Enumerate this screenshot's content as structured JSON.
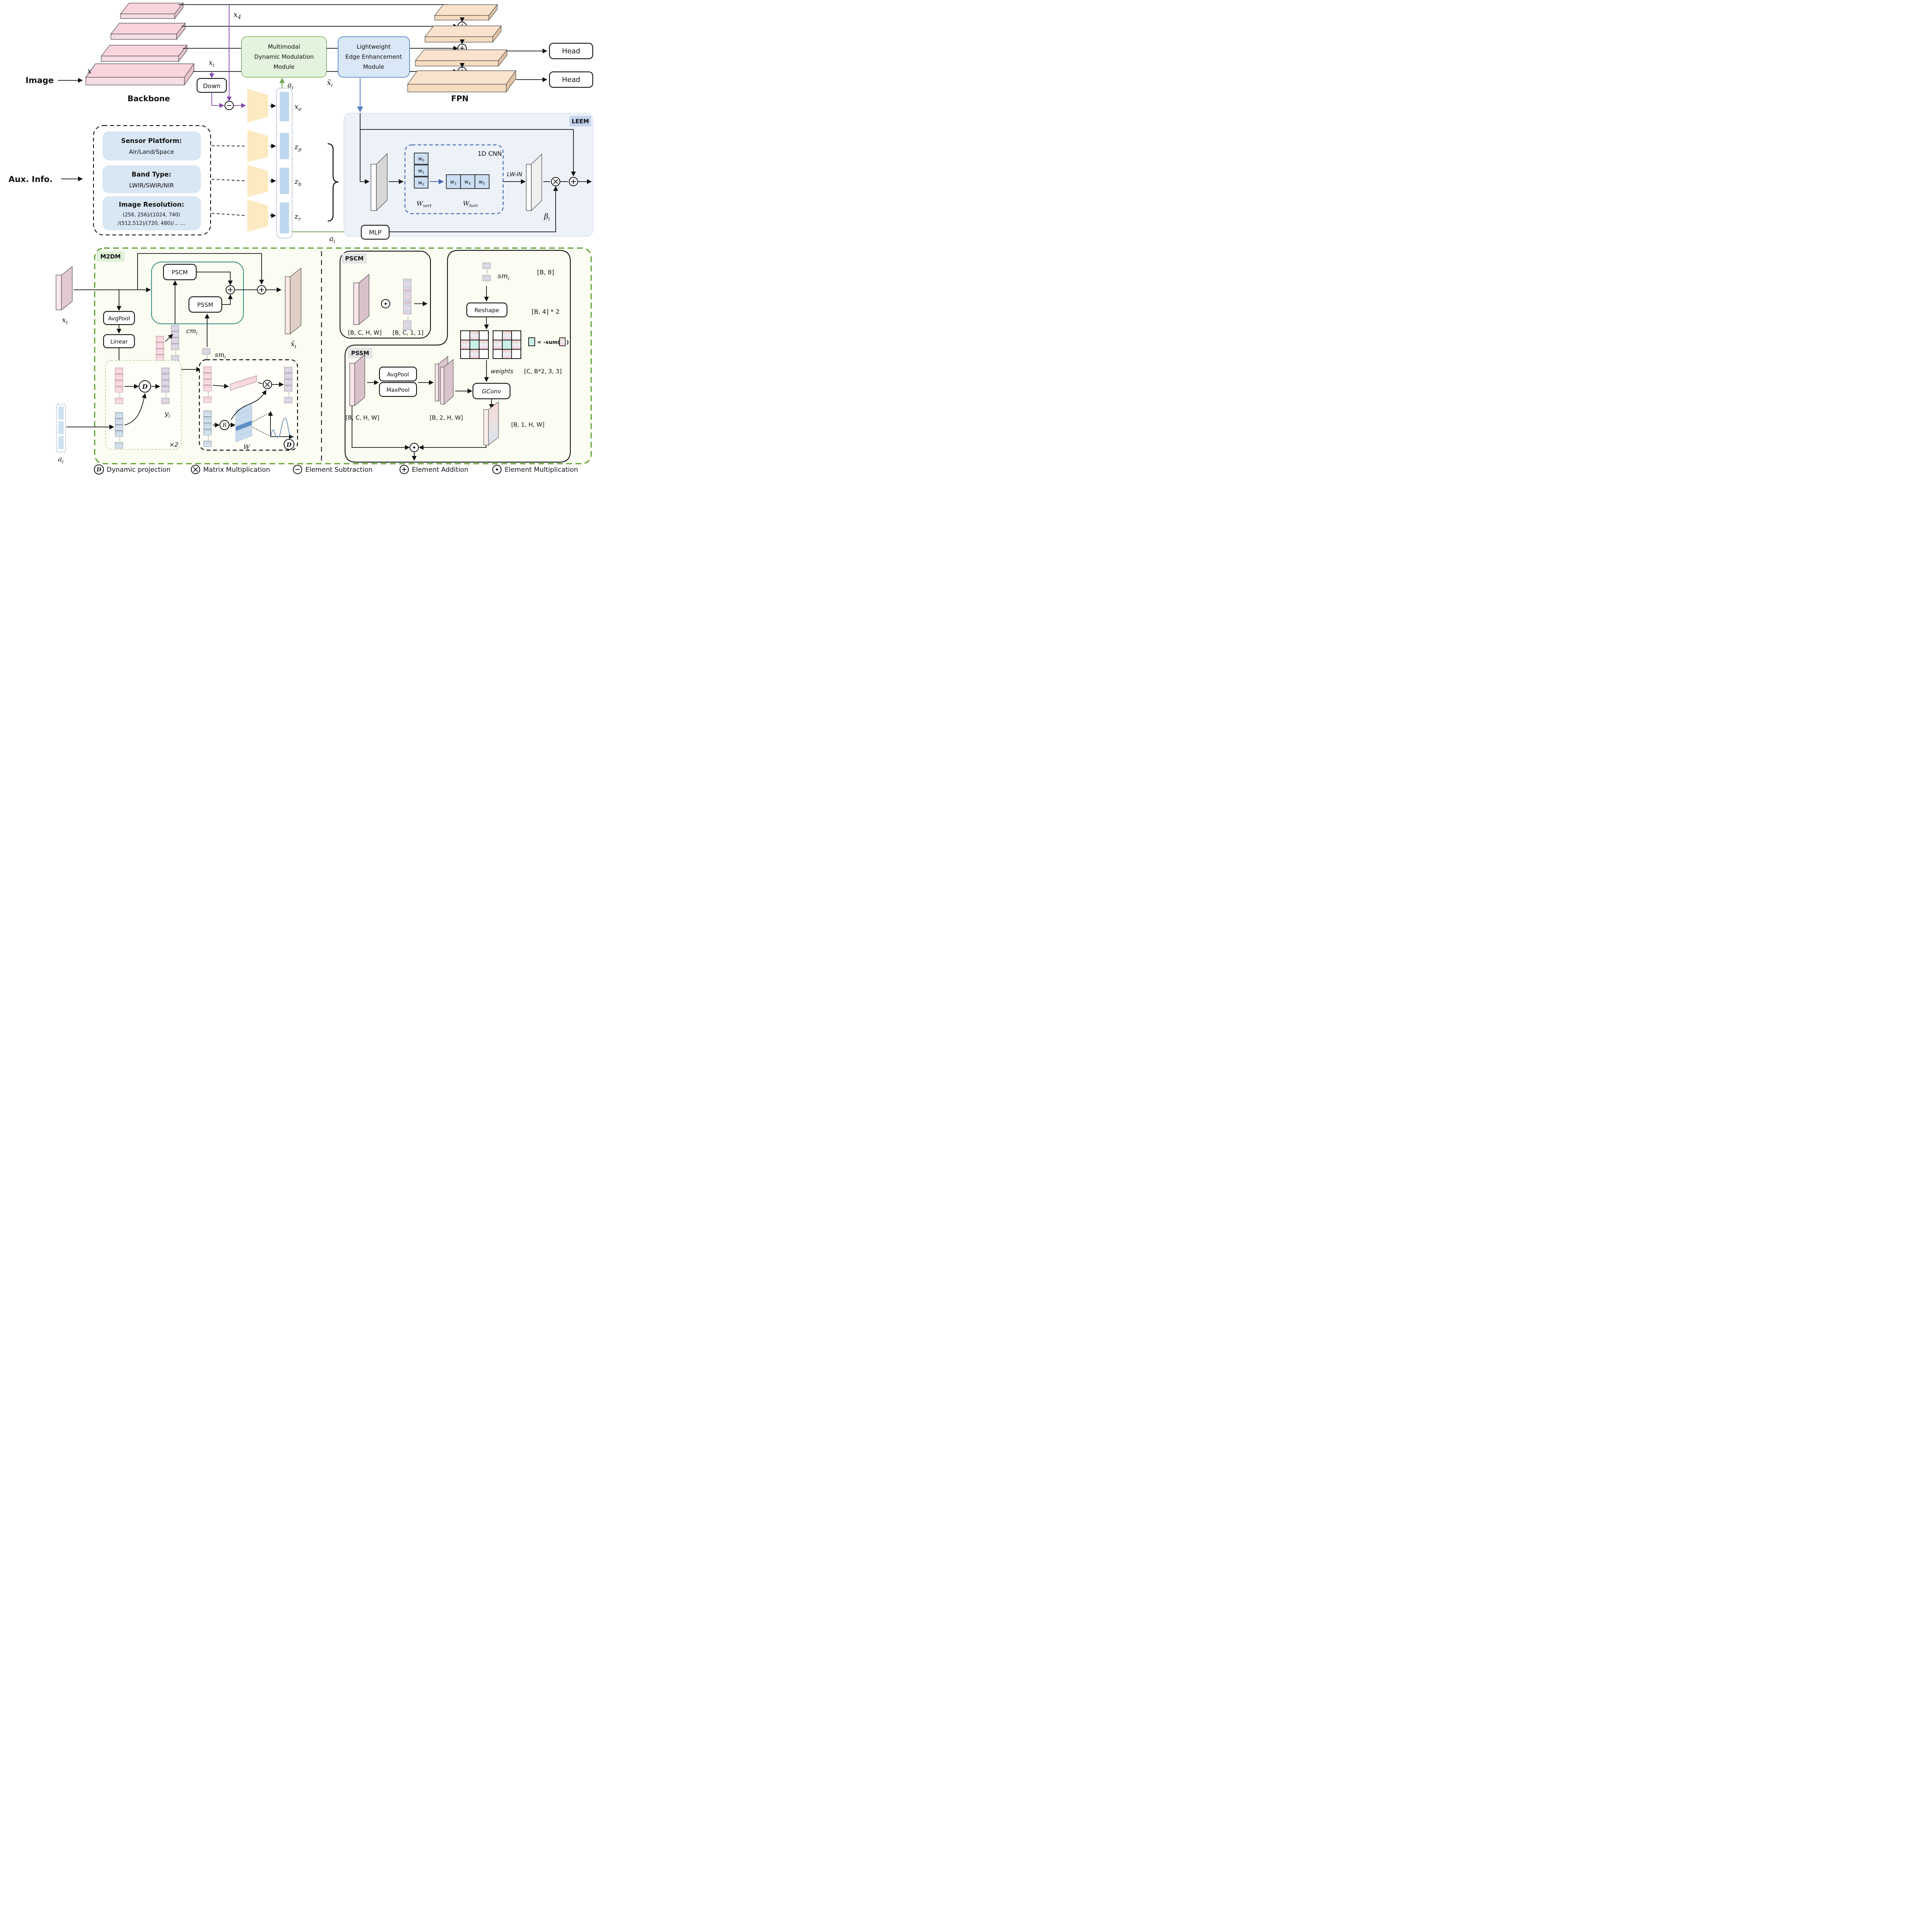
{
  "colors": {
    "backbone_pink": "#f9d4dc",
    "fpn_orange": "#fae3cd",
    "mdmm_green": "#e4f3dd",
    "leem_blue": "#d9e7f6",
    "aux_blue": "#d9e7f4",
    "trapezoid_yellow": "#fdeac2",
    "bar_blue": "#bcd7ee",
    "panel_blue": "#edf2f9",
    "badge_blue": "#c5d5ee",
    "green_dash": "#5aa02c",
    "teal": "#3f9188",
    "purple": "#8347ad",
    "green_arrow": "#6aa84f",
    "blue_arrow": "#4a69b0",
    "teal_cell": "#c9efe6"
  },
  "misc": {
    "vdots": "⋮"
  },
  "top": {
    "image_label": "Image",
    "x": {
      "base": "x"
    },
    "backbone_label": "Backbone",
    "x4": {
      "base": "x",
      "sub": "4"
    },
    "xi": {
      "base": "x",
      "sub": "i"
    },
    "down_label": "Down",
    "mdmm": {
      "line1": "Multimodal",
      "line2": "Dynamic Modulation",
      "line3": "Module"
    },
    "leem_module": {
      "line1": "Lightweight",
      "line2": "Edge Enhancement",
      "line3": "Module"
    },
    "ai_top": {
      "base": "a",
      "sub": "i"
    },
    "xbar_top": {
      "base": "x̄",
      "sub": "i"
    },
    "fpn_label": "FPN",
    "head1_label": "Head",
    "head2_label": "Head"
  },
  "aux": {
    "label": "Aux. Info.",
    "sensor": {
      "title": "Sensor Platform:",
      "value": "Air/Land/Space"
    },
    "band": {
      "title": "Band Type:",
      "value": "LWIR/SWIR/NIR"
    },
    "resolution": {
      "title": "Image Resolution:",
      "line1": "(256, 256)/(1024, 740)",
      "line2": "/(512,512)/(720, 480)/... ..."
    }
  },
  "encoder": {
    "xe": {
      "base": "x",
      "sub": "e"
    },
    "zp": {
      "base": "z",
      "sub": "p"
    },
    "zb": {
      "base": "z",
      "sub": "b"
    },
    "zr": {
      "base": "z",
      "sub": "r"
    },
    "z": "z",
    "ai": {
      "base": "a",
      "sub": "i"
    }
  },
  "leem": {
    "badge": "LEEM",
    "cnn_title": "1D CNN",
    "w0": {
      "base": "w",
      "sub": "0"
    },
    "w1": {
      "base": "w",
      "sub": "1"
    },
    "w2": {
      "base": "w",
      "sub": "2"
    },
    "w3": {
      "base": "w",
      "sub": "3"
    },
    "w4": {
      "base": "w",
      "sub": "4"
    },
    "w5": {
      "base": "w",
      "sub": "5"
    },
    "wvert": {
      "base": "W",
      "sub": "vert"
    },
    "whori": {
      "base": "W",
      "sub": "hori"
    },
    "lwin": "LW-IN",
    "mlp": "MLP",
    "beta": {
      "base": "β",
      "sub": "i"
    }
  },
  "m2dm": {
    "badge": "M2DM",
    "xi": {
      "base": "x",
      "sub": "i"
    },
    "ai": {
      "base": "a",
      "sub": "i"
    },
    "xbar": {
      "base": "x̄",
      "sub": "i"
    },
    "pscm": "PSCM",
    "pssm": "PSSM",
    "avgpool": "AvgPool",
    "linear": "Linear",
    "cmi": {
      "base": "cm",
      "sub": "i"
    },
    "smi": {
      "base": "sm",
      "sub": "i"
    },
    "yi": {
      "base": "y",
      "sub": "i"
    },
    "x2": "×2",
    "d_symbol": "D",
    "r_symbol": "R",
    "w_label": "W"
  },
  "pscm_detail": {
    "badge": "PSCM",
    "shape_in": "[B, C, H, W]",
    "shape_vec": "[B, C, 1, 1]"
  },
  "reshape_col": {
    "smi": {
      "base": "sm",
      "sub": "i"
    },
    "shape_b8": "[B, 8]",
    "reshape": "Reshape",
    "shape_b42": "[B, 4] * 2",
    "sum_prefix": "= -sum(",
    "sum_suffix": ")",
    "weights": "weights",
    "shape_weights": "[C, B*2, 3, 3]"
  },
  "pssm_detail": {
    "badge": "PSSM",
    "avgpool": "AvgPool",
    "maxpool": "MaxPool",
    "gconv": "GConv",
    "shape_in": "[B, C, H, W]",
    "shape_mid": "[B, 2, H, W]",
    "shape_out": "[B, 1, H, W]"
  },
  "legend": {
    "d_symbol": "D",
    "items": [
      {
        "label": "Dynamic projection"
      },
      {
        "label": "Matrix Multiplication"
      },
      {
        "label": "Element Subtraction"
      },
      {
        "label": "Element Addition"
      },
      {
        "label": "Element Multiplication"
      }
    ]
  }
}
